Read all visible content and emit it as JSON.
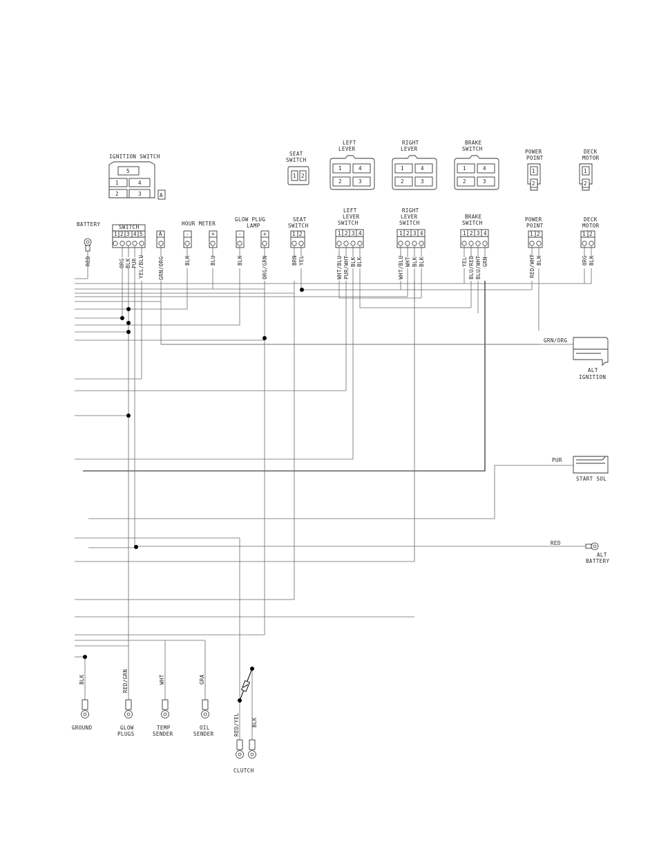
{
  "top_connectors": {
    "ignition_switch": {
      "title": "IGNITION SWITCH",
      "pins": [
        "5",
        "1",
        "4",
        "2",
        "3"
      ],
      "tag": "A"
    },
    "seat_switch": {
      "title_1": "SEAT",
      "title_2": "SWITCH",
      "pins": [
        "1",
        "2"
      ]
    },
    "left_lever": {
      "title_1": "LEFT",
      "title_2": "LEVER",
      "pins": [
        "1",
        "4",
        "2",
        "3"
      ]
    },
    "right_lever": {
      "title_1": "RIGHT",
      "title_2": "LEVER",
      "pins": [
        "1",
        "4",
        "2",
        "3"
      ]
    },
    "brake_switch": {
      "title_1": "BRAKE",
      "title_2": "SWITCH",
      "pins": [
        "1",
        "4",
        "2",
        "3"
      ]
    },
    "power_point": {
      "title_1": "POWER",
      "title_2": "POINT",
      "pins": [
        "1",
        "2"
      ]
    },
    "deck_motor": {
      "title_1": "DECK",
      "title_2": "MOTOR",
      "pins": [
        "1",
        "2"
      ]
    }
  },
  "harness_row": {
    "battery": {
      "title": "BATTERY",
      "wire": "RED"
    },
    "switch": {
      "title": "SWITCH",
      "pins": [
        "1",
        "2",
        "3",
        "4",
        "5"
      ],
      "wires": [
        "ORG",
        "BLK",
        "PUR",
        "YEL/BLU"
      ]
    },
    "a_terminal": {
      "pin": "A",
      "wire": "GRN/ORG"
    },
    "hour_meter": {
      "title": "HOUR METER",
      "pins": [
        "-",
        "+"
      ],
      "wires": [
        "BLK",
        "BLU"
      ]
    },
    "glow_plug_lamp": {
      "title_1": "GLOW PLUG",
      "title_2": "LAMP",
      "pins": [
        "-",
        "+"
      ],
      "wires": [
        "BLK",
        "ORG/GRN"
      ]
    },
    "seat_switch": {
      "title_1": "SEAT",
      "title_2": "SWITCH",
      "pins": [
        "1",
        "2"
      ],
      "wires": [
        "BRN",
        "YEL"
      ]
    },
    "left_lever_switch": {
      "title_1": "LEFT",
      "title_2": "LEVER",
      "title_3": "SWITCH",
      "pins": [
        "1",
        "2",
        "3",
        "4"
      ],
      "wires": [
        "WHT/BLU",
        "PUR/WHT",
        "BLK",
        "BLK"
      ]
    },
    "right_lever_switch": {
      "title_1": "RIGHT",
      "title_2": "LEVER",
      "title_3": "SWITCH",
      "pins": [
        "1",
        "2",
        "3",
        "4"
      ],
      "wires": [
        "WHT/BLU",
        "WHT",
        "BLK",
        "BLK"
      ]
    },
    "brake_switch": {
      "title_1": "BRAKE",
      "title_2": "SWITCH",
      "pins": [
        "1",
        "2",
        "3",
        "4"
      ],
      "wires": [
        "YEL",
        "BLU/RED",
        "BLU/WHT",
        "GRN"
      ]
    },
    "power_point": {
      "title_1": "POWER",
      "title_2": "POINT",
      "pins": [
        "1",
        "2"
      ],
      "wires": [
        "RED/WHT",
        "BLK"
      ]
    },
    "deck_motor": {
      "title_1": "DECK",
      "title_2": "MOTOR",
      "pins": [
        "1",
        "2"
      ],
      "wires": [
        "ORG",
        "BLK"
      ]
    }
  },
  "right_side": {
    "alt_ignition": {
      "wire": "GRN/ORG",
      "label_1": "ALT",
      "label_2": "IGNITION"
    },
    "start_sol": {
      "wire": "PUR",
      "label": "START SOL"
    },
    "alt_battery": {
      "wire": "RED",
      "label_1": "ALT",
      "label_2": "BATTERY"
    }
  },
  "bottom_terminals": {
    "ground": {
      "wire": "BLK",
      "label": "GROUND"
    },
    "glow_plugs": {
      "wire": "RED/GRN",
      "label_1": "GLOW",
      "label_2": "PLUGS"
    },
    "temp_sender": {
      "wire": "WHT",
      "label_1": "TEMP",
      "label_2": "SENDER"
    },
    "oil_sender": {
      "wire": "GRA",
      "label_1": "OIL",
      "label_2": "SENDER"
    },
    "clutch": {
      "wires": [
        "RED/YEL",
        "BLK"
      ],
      "label": "CLUTCH"
    }
  }
}
